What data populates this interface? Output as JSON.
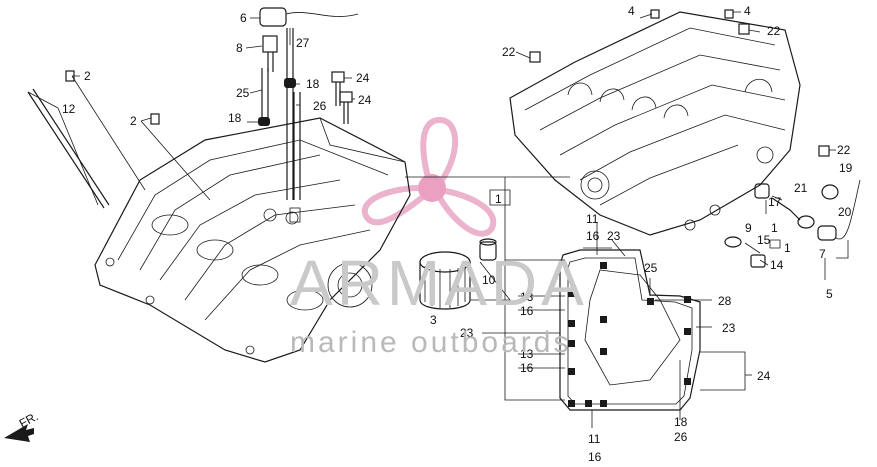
{
  "diagram": {
    "watermark": {
      "brand": "ARMADA",
      "tagline": "marine outboards"
    },
    "direction_label": "FR.",
    "callouts": [
      "1",
      "2",
      "2",
      "3",
      "4",
      "4",
      "5",
      "6",
      "7",
      "8",
      "9",
      "1",
      "10",
      "11",
      "16",
      "23",
      "11",
      "16",
      "12",
      "13",
      "16",
      "13",
      "16",
      "14",
      "15",
      "1",
      "17",
      "18",
      "18",
      "19",
      "20",
      "21",
      "22",
      "22",
      "22",
      "23",
      "23",
      "24",
      "24",
      "24",
      "25",
      "25",
      "26",
      "26",
      "27",
      "28",
      "18"
    ]
  }
}
